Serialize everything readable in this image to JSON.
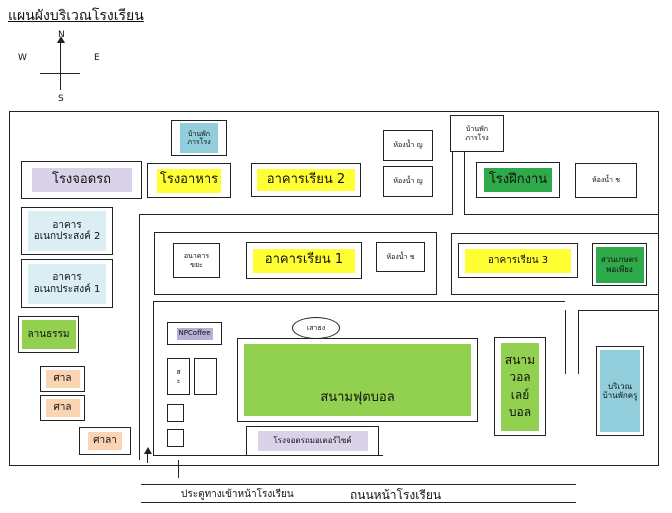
{
  "title": "แผนผังบริเวณโรงเรียน",
  "compass": {
    "n": "N",
    "s": "S",
    "e": "E",
    "w": "W"
  },
  "colors": {
    "yellow": "#ffff33",
    "lavender": "#d9d2e9",
    "light_blue": "#dbeef4",
    "sky_blue": "#92cddc",
    "green": "#92d050",
    "dark_green": "#2eaa4a",
    "peach": "#fbd4b4",
    "np_coffee": "#b4b0d6"
  },
  "buildings": {
    "parking": "โรงจอดรถ",
    "canteen": "โรงอาหาร",
    "building2": "อาคารเรียน 2",
    "janitor_house_1": [
      "บ้านพัก",
      "ภารโรง"
    ],
    "janitor_house_2": [
      "บ้านพัก",
      "ภารโรง"
    ],
    "female_toilet_1": "ห้องน้ำ ญ",
    "female_toilet_2": "ห้องน้ำ ญ",
    "workshop": "โรงฝึกงาน",
    "male_toilet_1": "ห้องน้ำ ช",
    "multipurpose_2": [
      "อาคาร",
      "อเนกประสงค์ 2"
    ],
    "multipurpose_1": [
      "อาคาร",
      "อเนกประสงค์ 1"
    ],
    "small_building": [
      "อนาคาร",
      "ขยะ"
    ],
    "building1": "อาคารเรียน 1",
    "male_toilet_2": "ห้องน้ำ ช",
    "building3": "อาคารเรียน 3",
    "garden": [
      "สวนเกษตร",
      "พอเพียง"
    ],
    "courtyard": "ลานธรรม",
    "pavilion_1": "ศาล",
    "pavilion_2": "ศาล",
    "hall": "ศาลา",
    "np_coffee": "NPCoffee",
    "flagpole": "เสาธง",
    "football": "สนามฟุตบอล",
    "volleyball": [
      "สนาม",
      "วอล",
      "เลย์",
      "บอล"
    ],
    "teacher_housing": [
      "บริเวณ",
      "บ้านพักครู"
    ],
    "motorcycle_parking": "โรงจอดรถมอเตอร์ไซค์",
    "small_mark": [
      "ส",
      "ะ"
    ],
    "gate": "ประตูทางเข้าหน้าโรงเรียน",
    "road": "ถนนหน้าโรงเรียน"
  }
}
